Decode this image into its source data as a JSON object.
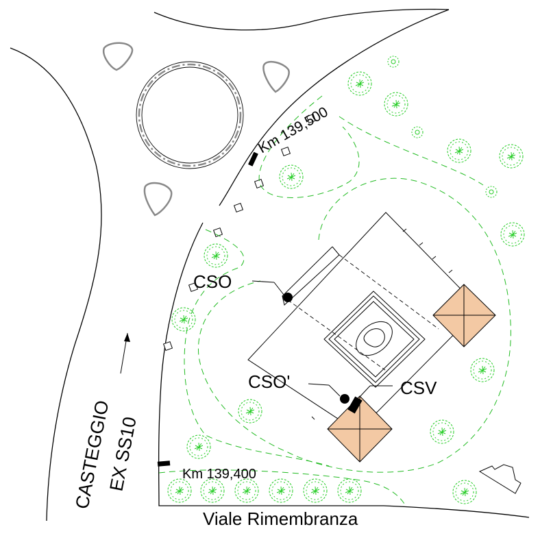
{
  "labels": {
    "km_top": "Km 139,500",
    "km_bottom": "Km 139,400",
    "road_city": "CASTEGGIO",
    "road_name": "EX SS10",
    "street": "Viale Rimembranza",
    "cso": "CSO",
    "cso_prime": "CSO'",
    "csv": "CSV"
  },
  "colors": {
    "vegetation": "#22cc22",
    "roof_fill": "#f3c9a4",
    "lines": "#000000"
  },
  "icons": [
    "tree-icon",
    "station-point-icon",
    "direction-arrow-icon",
    "km-marker-icon"
  ]
}
